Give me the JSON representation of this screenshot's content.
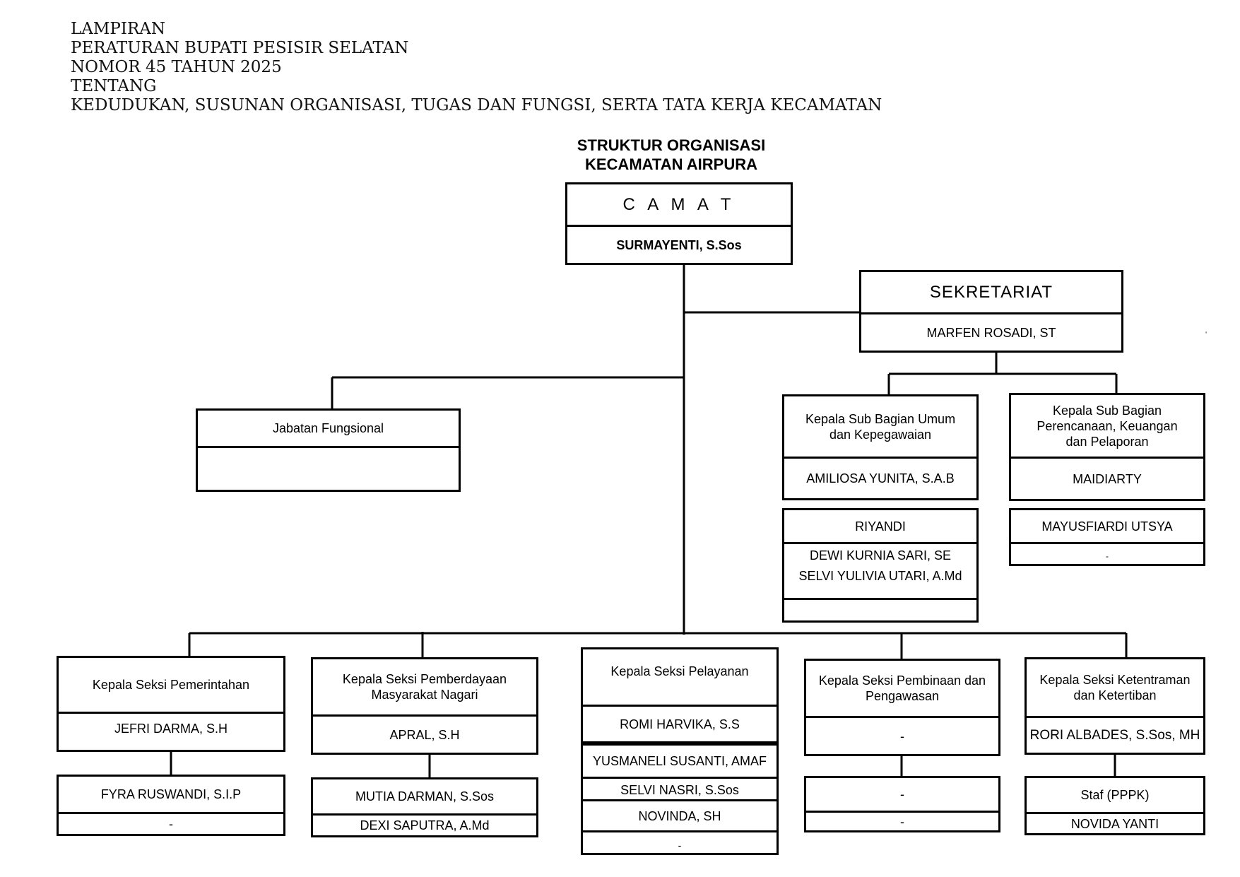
{
  "header": {
    "lines": [
      "LAMPIRAN",
      "PERATURAN BUPATI PESISIR SELATAN",
      "NOMOR 45 TAHUN 2025",
      "TENTANG",
      "KEDUDUKAN, SUSUNAN ORGANISASI, TUGAS DAN FUNGSI, SERTA TATA KERJA KECAMATAN"
    ]
  },
  "chart": {
    "title_line1": "STRUKTUR ORGANISASI",
    "title_line2": "KECAMATAN AIRPURA"
  },
  "camat": {
    "title": "C A M A T",
    "name": "SURMAYENTI, S.Sos"
  },
  "sekretariat": {
    "title": "SEKRETARIAT",
    "name": "MARFEN ROSADI, ST"
  },
  "fungsional": {
    "title": "Jabatan Fungsional",
    "name": ""
  },
  "subbag_umum": {
    "title": "Kepala  Sub Bagian Umum dan Kepegawaian",
    "name": "AMILIOSA YUNITA, S.A.B",
    "staff": [
      "RIYANDI",
      "DEWI KURNIA SARI, SE",
      "SELVI YULIVIA UTARI, A.Md",
      ""
    ]
  },
  "subbag_perencanaan": {
    "title": "Kepala  Sub Bagian Perencanaan, Keuangan dan Pelaporan",
    "name": "MAIDIARTY",
    "staff": [
      "MAYUSFIARDI UTSYA",
      "-"
    ]
  },
  "seksi_pemerintahan": {
    "title": "Kepala Seksi Pemerintahan",
    "name": "JEFRI DARMA, S.H",
    "staff": [
      "FYRA RUSWANDI, S.I.P",
      "-"
    ]
  },
  "seksi_pemberdayaan": {
    "title": "Kepala Seksi Pemberdayaan Masyarakat Nagari",
    "name": "APRAL, S.H",
    "staff": [
      "MUTIA DARMAN, S.Sos",
      "DEXI SAPUTRA, A.Md"
    ]
  },
  "seksi_pelayanan": {
    "title": "Kepala Seksi Pelayanan",
    "name": "ROMI HARVIKA, S.S",
    "staff": [
      "YUSMANELI SUSANTI, AMAF",
      "SELVI  NASRI, S.Sos",
      "NOVINDA, SH",
      "-"
    ]
  },
  "seksi_pembinaan": {
    "title": "Kepala Seksi Pembinaan dan Pengawasan",
    "name": "-",
    "staff": [
      "-",
      "-"
    ]
  },
  "seksi_ketentraman": {
    "title": "Kepala Seksi Ketentraman dan Ketertiban",
    "name": "RORI ALBADES, S.Sos, MH",
    "staff": [
      "Staf (PPPK)",
      "NOVIDA YANTI"
    ]
  },
  "misc": {
    "mark": "‘"
  }
}
